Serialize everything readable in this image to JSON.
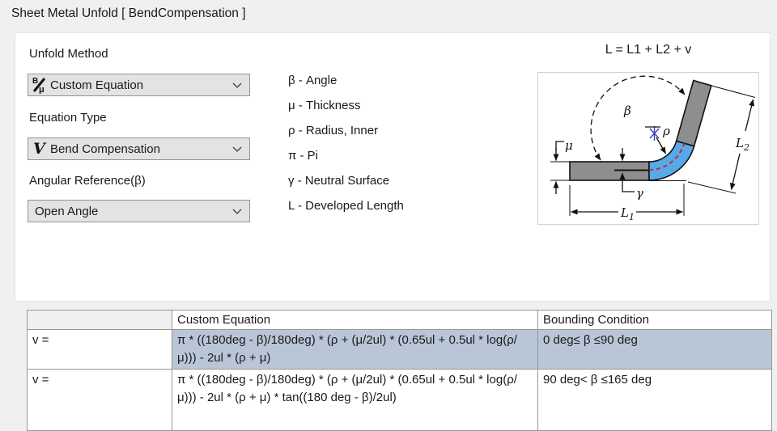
{
  "window": {
    "title": "Sheet Metal Unfold [ BendCompensation ]"
  },
  "panel": {
    "unfold_method": {
      "label": "Unfold Method",
      "value": "Custom Equation",
      "icon": "custom-equation-icon"
    },
    "equation_type": {
      "label": "Equation Type",
      "value": "Bend Compensation",
      "icon": "bend-compensation-icon"
    },
    "angular_reference": {
      "label": "Angular Reference(β)",
      "value": "Open Angle"
    },
    "symbols": [
      {
        "text": "β - Angle"
      },
      {
        "text": "μ - Thickness"
      },
      {
        "text": "ρ - Radius, Inner"
      },
      {
        "text": "π - Pi"
      },
      {
        "text": "γ - Neutral Surface"
      },
      {
        "text": "L - Developed Length"
      }
    ],
    "formula_title": "L = L1 + L2 + v"
  },
  "diagram": {
    "beta": "β",
    "mu": "μ",
    "rho": "ρ",
    "gamma": "γ",
    "l": "L",
    "sub1": "1",
    "sub2": "2"
  },
  "table": {
    "headers": [
      "",
      "Custom Equation",
      "Bounding Condition"
    ],
    "rows": [
      {
        "label": "v =",
        "equation": "π * ((180deg - β)/180deg) * (ρ + (μ/2ul) * (0.65ul + 0.5ul * log(ρ/μ))) - 2ul * (ρ + μ)",
        "condition": "0 deg≤ β ≤90 deg",
        "highlighted": true
      },
      {
        "label": "v =",
        "equation": "π * ((180deg - β)/180deg) * (ρ + (μ/2ul) * (0.65ul + 0.5ul * log(ρ/μ))) - 2ul * (ρ + μ) * tan((180 deg - β)/2ul)",
        "condition": "90 deg< β ≤165 deg",
        "highlighted": false
      }
    ]
  },
  "colors": {
    "row_highlight": "#b9c6d8",
    "bend_fill": "#57a9e8",
    "metal_fill": "#8e8e8e",
    "neutral_line": "#c22840",
    "radius_marker": "#4040c0",
    "dialog_background": "#f0f0f0"
  }
}
